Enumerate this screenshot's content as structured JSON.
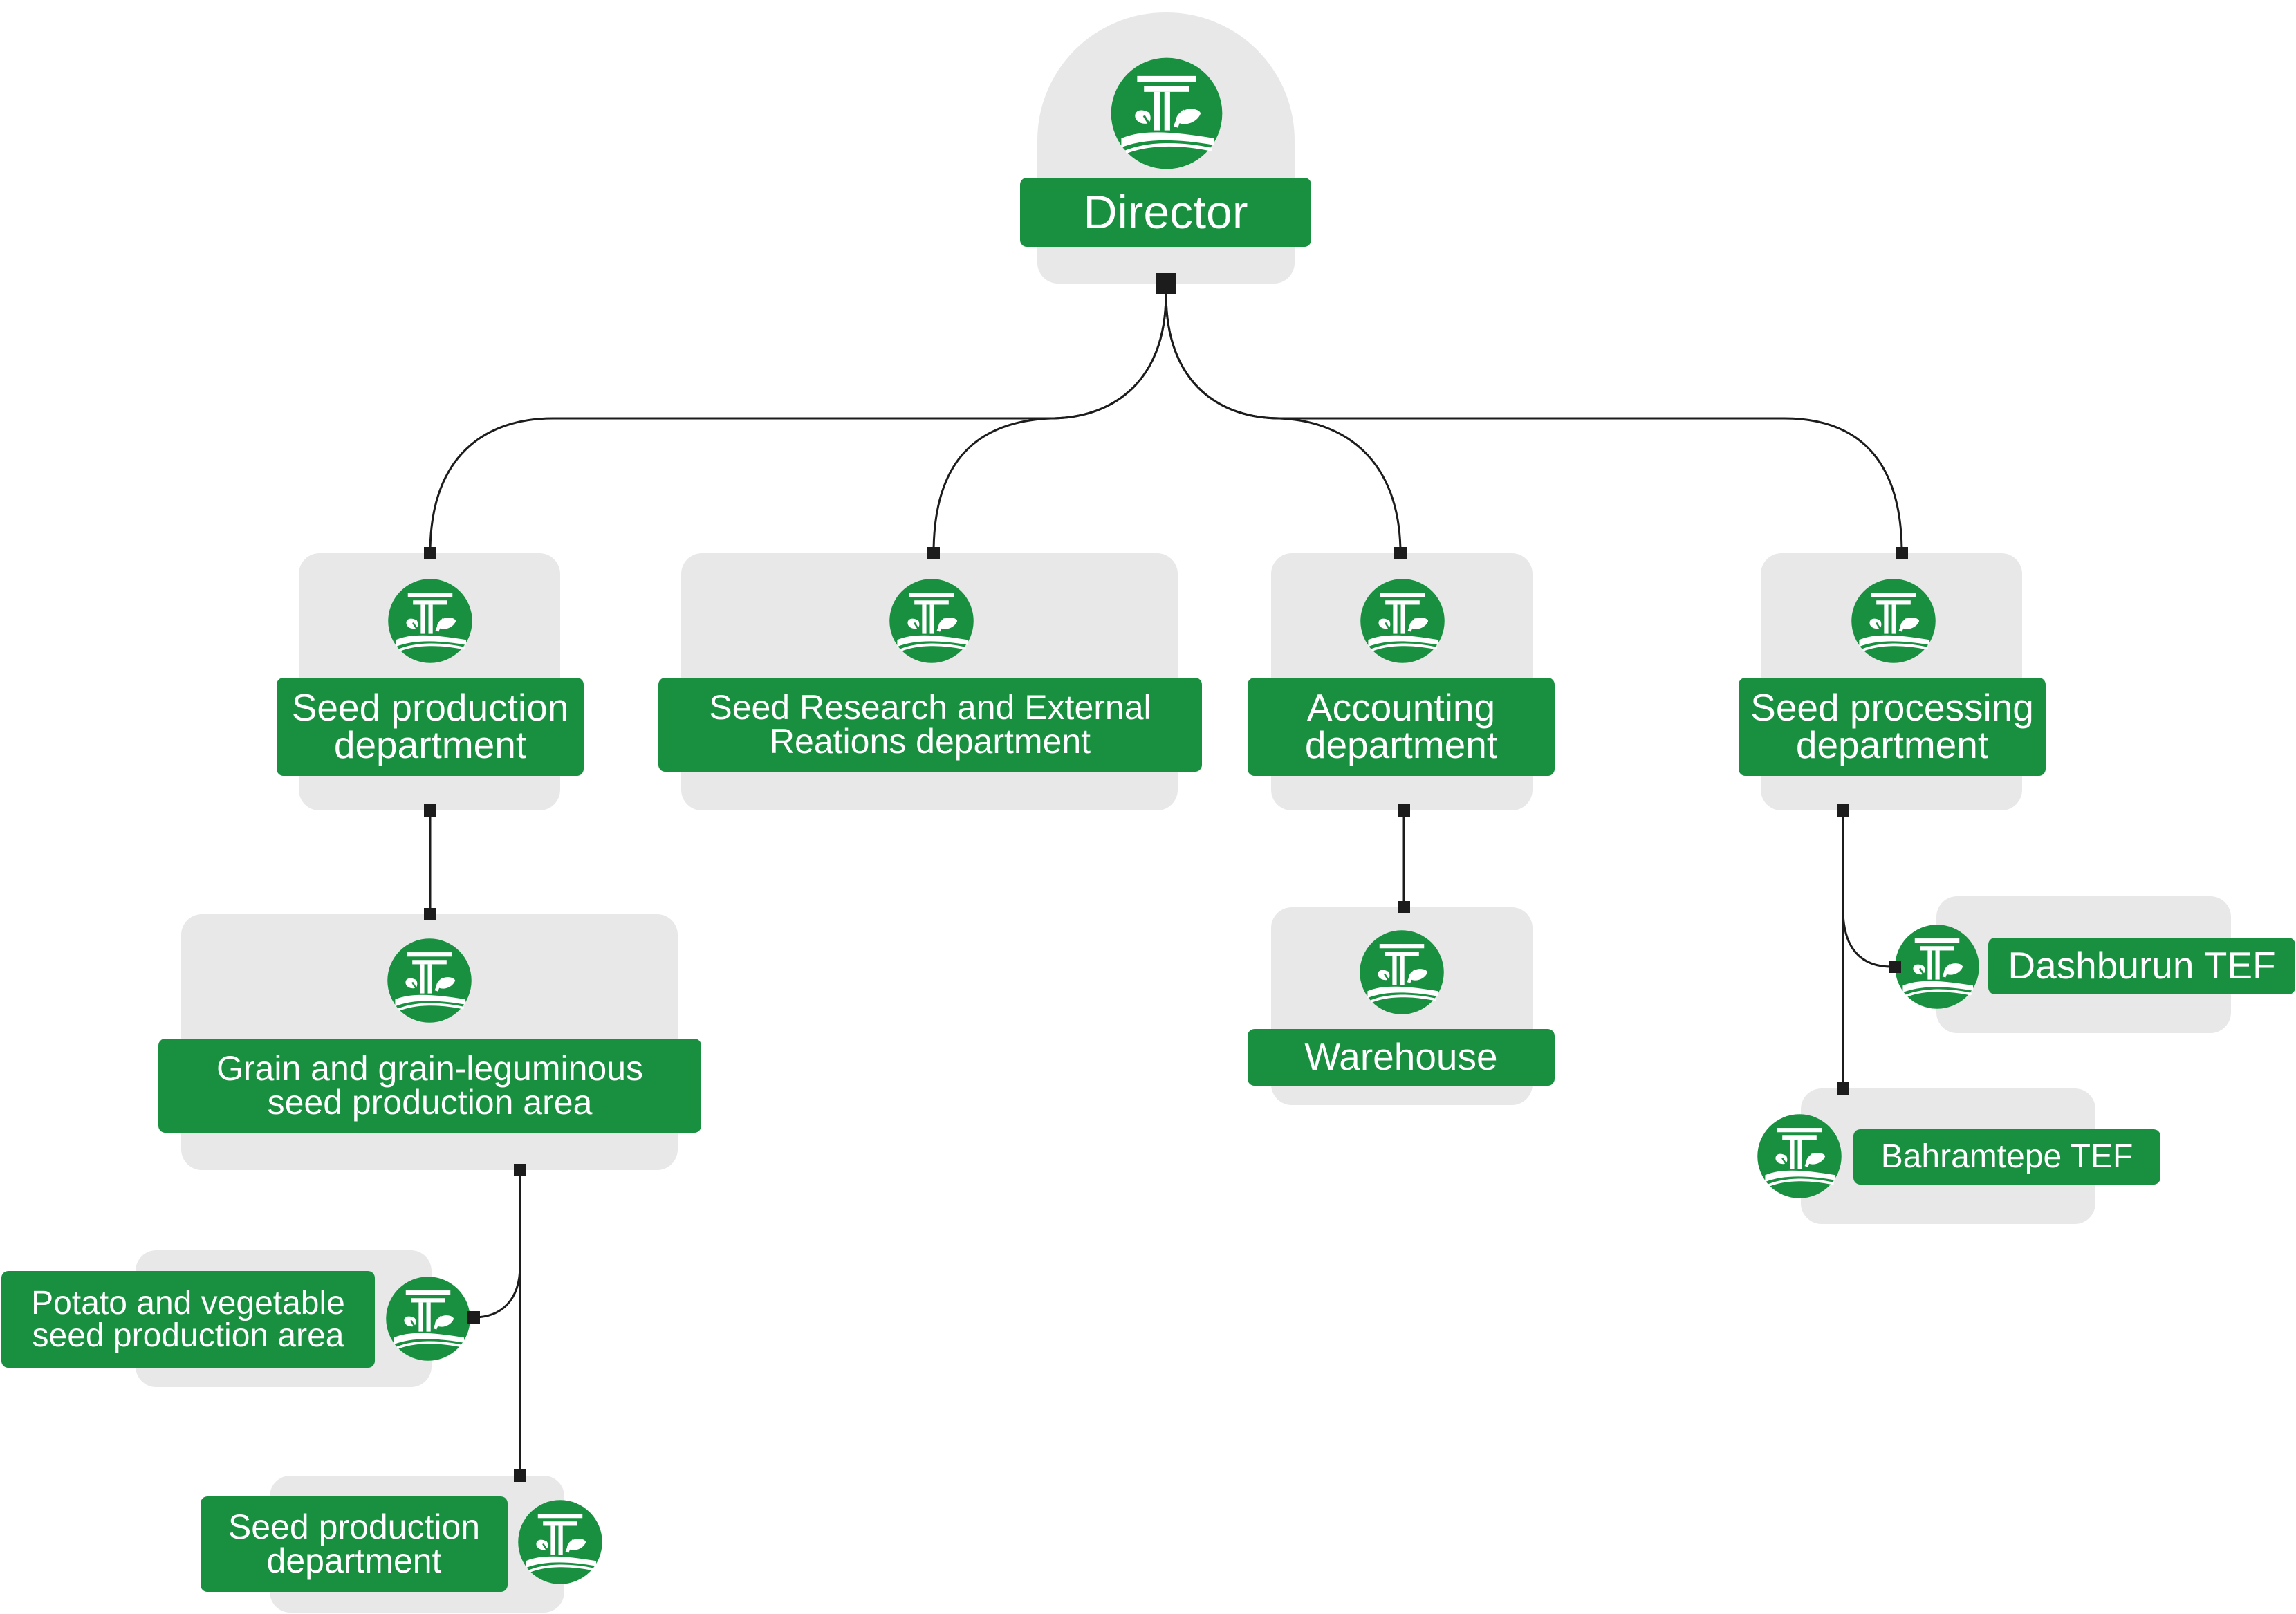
{
  "colors": {
    "brand_green": "#18903f",
    "card_bg": "#e8e8e8",
    "wire": "#1c1c1c"
  },
  "icon": "company-logo-icon",
  "nodes": {
    "director": {
      "label": "Director"
    },
    "seed_production": {
      "label": "Seed production\ndepartment"
    },
    "seed_research": {
      "label": "Seed Research and External\nReations department"
    },
    "accounting": {
      "label": "Accounting\ndepartment"
    },
    "seed_processing": {
      "label": "Seed processing\ndepartment"
    },
    "grain_area": {
      "label": "Grain and grain-leguminous\nseed production area"
    },
    "warehouse": {
      "label": "Warehouse"
    },
    "dashburun": {
      "label": "Dashburun TEF"
    },
    "bahramtepe": {
      "label": "Bahramtepe TEF"
    },
    "potato_area": {
      "label": "Potato and vegetable\nseed production area"
    },
    "seed_production_2": {
      "label": "Seed production\ndepartment"
    }
  }
}
